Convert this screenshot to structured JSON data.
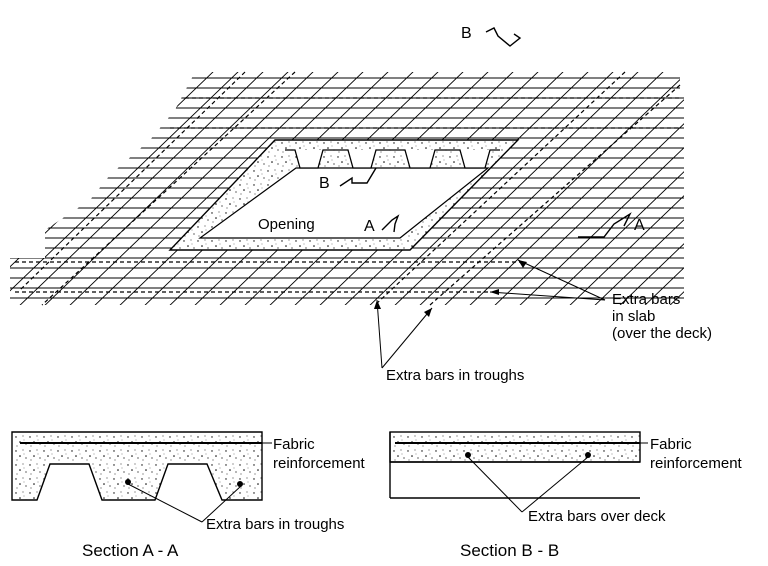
{
  "plan": {
    "opening_label": "Opening",
    "marker_A": "A",
    "marker_A_far": "A",
    "marker_B": "B",
    "marker_B_top": "B",
    "label_slab": [
      "Extra bars",
      "in slab",
      "(over the deck)"
    ],
    "label_troughs": "Extra bars in troughs"
  },
  "section_a": {
    "title": "Section A - A",
    "fabric": [
      "Fabric",
      "reinforcement"
    ],
    "troughs": "Extra bars in troughs"
  },
  "section_b": {
    "title": "Section B - B",
    "fabric": [
      "Fabric",
      "reinforcement"
    ],
    "overdeck": "Extra bars over deck"
  },
  "colors": {
    "ink": "#000000",
    "background": "#ffffff"
  }
}
